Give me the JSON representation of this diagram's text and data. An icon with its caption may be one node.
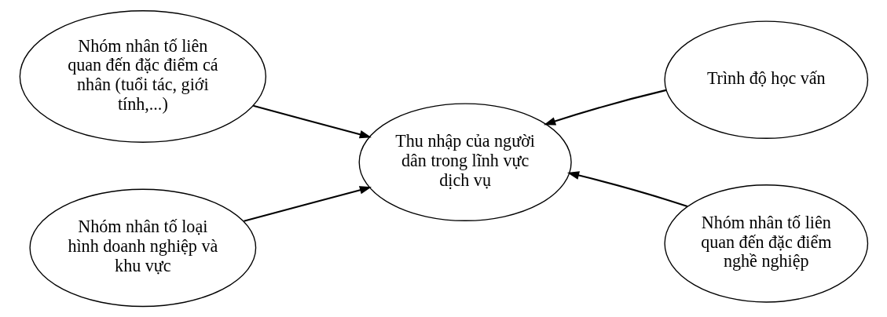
{
  "diagram": {
    "nodes": [
      {
        "text": [
          "Thu nhập của người dân trong lĩnh vực dịch vụ"
        ]
      },
      {
        "text": [
          "Nhóm nhân tố liên quan đến đặc điểm cá nhân (tuổi tác, giới tính,...)"
        ]
      },
      {
        "text": [
          "Trình độ học vấn"
        ]
      },
      {
        "text": [
          "Nhóm nhân tố loại hình doanh nghiệp và khu vực"
        ]
      },
      {
        "text": [
          "Nhóm nhân tố liên quan đến đặc điểm nghề nghiệp"
        ]
      }
    ],
    "edges": [
      {
        "from": 1,
        "to": 0,
        "arrow": "to"
      },
      {
        "from": 2,
        "to": 0,
        "arrow": "to"
      },
      {
        "from": 3,
        "to": 0,
        "arrow": "to"
      },
      {
        "from": 4,
        "to": 0,
        "arrow": "to"
      }
    ]
  }
}
